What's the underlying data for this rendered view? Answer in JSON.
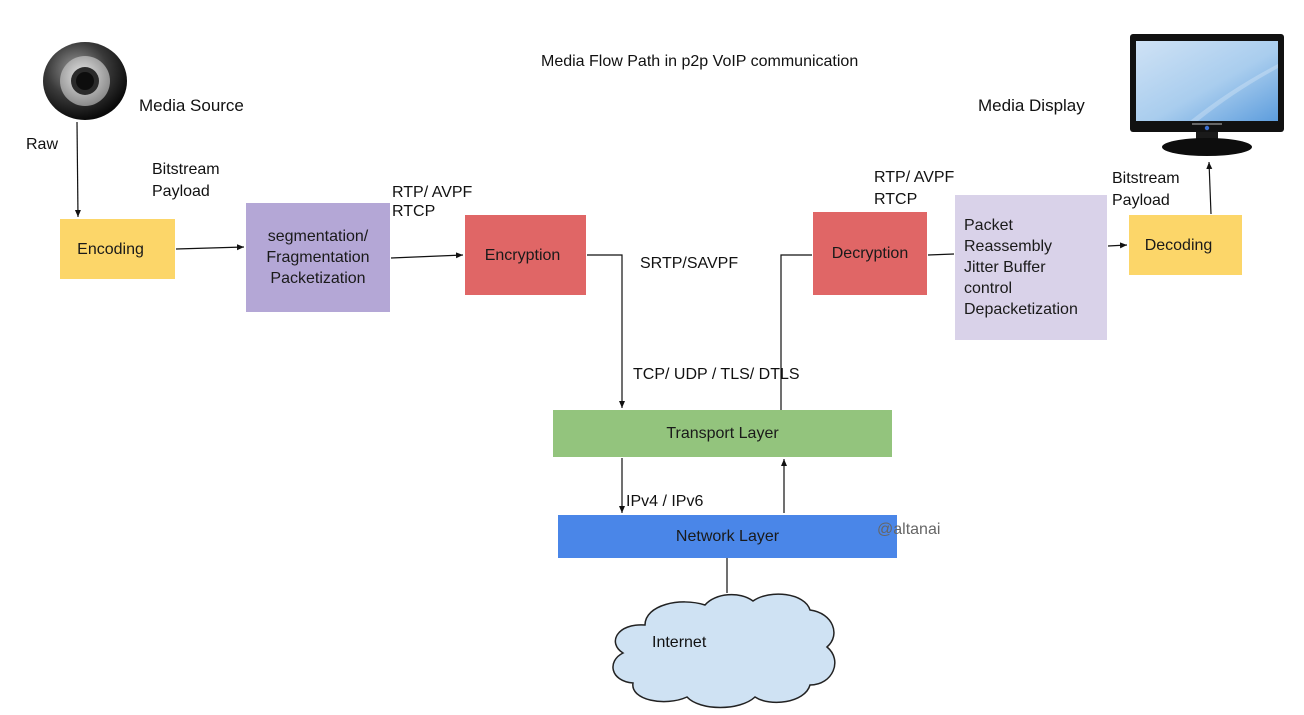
{
  "title": "Media Flow Path in p2p VoIP communication",
  "media_source": {
    "label": "Media Source",
    "icon": "webcam-icon"
  },
  "media_display": {
    "label": "Media Display",
    "icon": "monitor-icon"
  },
  "labels": {
    "raw": "Raw",
    "bitstream_payload_send": [
      "Bitstream",
      "Payload"
    ],
    "rtp_send": [
      "RTP/ AVPF",
      "RTCP"
    ],
    "srtp": "SRTP/SAVPF",
    "rtp_recv": [
      "RTP/ AVPF",
      "RTCP"
    ],
    "bitstream_payload_recv": [
      "Bitstream",
      "Payload"
    ],
    "transport_protocols": "TCP/ UDP / TLS/ DTLS",
    "ip_versions": "IPv4 /  IPv6",
    "watermark": "@altanai"
  },
  "nodes": {
    "encoding": {
      "label": "Encoding",
      "color": "#fcd669"
    },
    "segmentation": {
      "lines": [
        "segmentation/",
        "Fragmentation",
        "Packetization"
      ],
      "color": "#b4a7d6"
    },
    "encryption": {
      "label": "Encryption",
      "color": "#e06666"
    },
    "decryption": {
      "label": "Decryption",
      "color": "#e06666"
    },
    "reassembly": {
      "lines": [
        "Packet",
        "Reassembly",
        "Jitter Buffer",
        "control",
        "Depacketization"
      ],
      "color": "#d9d2e9"
    },
    "decoding": {
      "label": "Decoding",
      "color": "#fcd669"
    },
    "transport": {
      "label": "Transport Layer",
      "color": "#93c47d"
    },
    "network": {
      "label": "Network Layer",
      "color": "#4a86e8"
    },
    "internet": {
      "label": "Internet",
      "color": "#cfe2f3"
    }
  }
}
